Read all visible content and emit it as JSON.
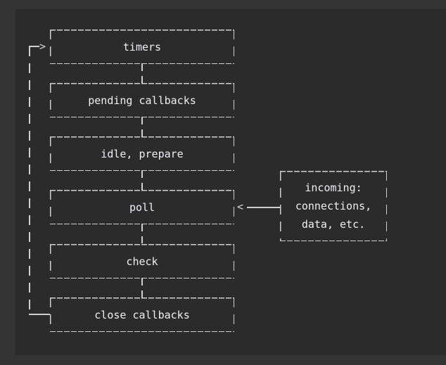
{
  "diagram": {
    "type": "flowchart",
    "subject": "event-loop-phases",
    "boxes": [
      {
        "label": "timers"
      },
      {
        "label": "pending callbacks"
      },
      {
        "label": "idle, prepare"
      },
      {
        "label": "poll"
      },
      {
        "label": "check"
      },
      {
        "label": "close callbacks"
      }
    ],
    "side_box": {
      "lines": [
        "incoming:",
        "connections,",
        "data, etc."
      ]
    },
    "icons": {
      "loop_arrow_right": ">",
      "incoming_arrow_left": "<"
    },
    "colors": {
      "page_background": "#343434",
      "panel_background": "#2b2b2b",
      "line": "#cfcfcf",
      "text": "#f0eef5"
    }
  }
}
